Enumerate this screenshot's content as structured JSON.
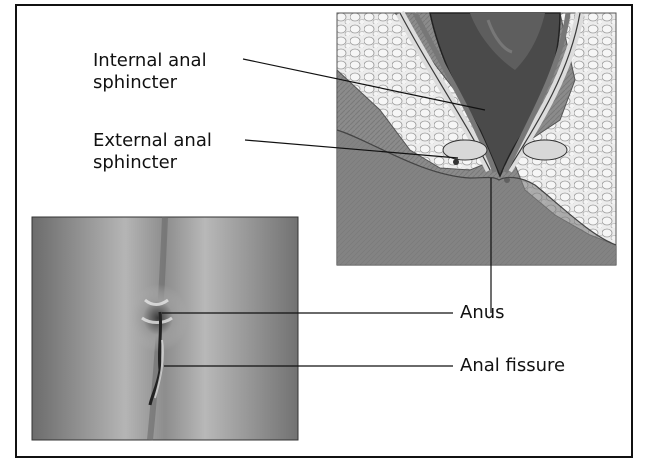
{
  "labels": {
    "internal_line1": "Internal anal",
    "internal_line2": "sphincter",
    "external_line1": "External anal",
    "external_line2": "sphincter",
    "anus": "Anus",
    "anal_fissure": "Anal fissure"
  },
  "colors": {
    "border": "#111111",
    "leader": "#111111",
    "tissue_fat": "#e4e4e4",
    "tissue_dark": "#5a5a5a",
    "skin_photo": "#9a9a9a"
  }
}
